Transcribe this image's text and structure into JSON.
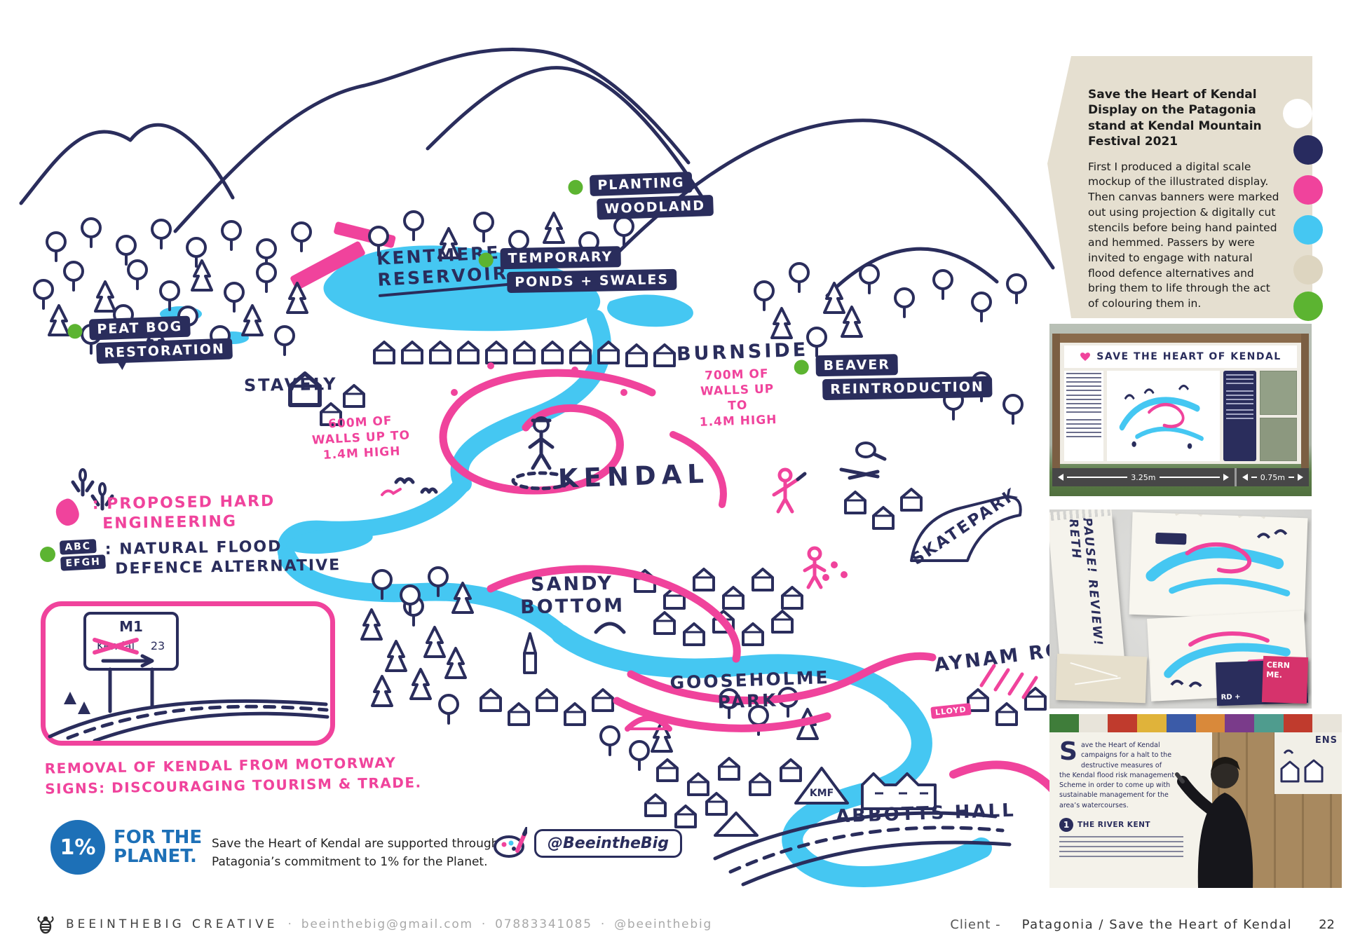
{
  "colors": {
    "navy": "#2a2d5c",
    "pink": "#f0439c",
    "cyan": "#45c7f2",
    "green": "#5cb431",
    "beige": "#e5dfd0",
    "logo_blue": "#1d70b7"
  },
  "sidebar": {
    "title": "Save the Heart of Kendal Display on the Patagonia stand at Kendal Mountain Festival 2021",
    "body": "First I produced a digital scale mockup of the illustrated display. Then canvas banners were marked out using projection & digitally cut stencils before being hand painted and hemmed. Passers by were invited to engage with natural flood defence alternatives and bring them to life through the act of colouring them in.",
    "swatches": [
      {
        "name": "navy",
        "hex": "#282b5f"
      },
      {
        "name": "pink",
        "hex": "#f0439c"
      },
      {
        "name": "cyan",
        "hex": "#45c7f2"
      },
      {
        "name": "beige",
        "hex": "#ddd5c0"
      },
      {
        "name": "green",
        "hex": "#5cb431"
      }
    ]
  },
  "map": {
    "labels": {
      "planting1": "PLANTING",
      "planting2": "WOODLAND",
      "kentmere1": "KENTMERE",
      "kentmere2": "RESERVOIR",
      "temporary1": "TEMPORARY",
      "temporary2": "PONDS + SWALES",
      "peat1": "PEAT BOG",
      "peat2": "RESTORATION",
      "stavely": "STAVELY",
      "burnside": "BURNSIDE",
      "burnside_note1": "700M OF",
      "burnside_note2": "WALLS UP TO",
      "burnside_note3": "1.4M HIGH",
      "beaver1": "BEAVER",
      "beaver2": "REINTRODUCTION",
      "walls1": "600M OF",
      "walls2": "WALLS UP TO",
      "walls3": "1.4M HIGH",
      "kendal": "KENDAL",
      "sandy1": "SANDY",
      "sandy2": "BOTTOM",
      "skatepark": "SKATEPARK",
      "gooseholme1": "GOOSEHOLME",
      "gooseholme2": "PARK",
      "aynam": "AYNAM ROAD",
      "abbotts": "ABBOTTS HALL",
      "kmf": "KMF",
      "lloyd": "LLOYD"
    },
    "legend": {
      "hard1": ": PROPOSED HARD",
      "hard2": "ENGINEERING",
      "abc": "ABC",
      "efgh": "EFGH",
      "nat1": ": NATURAL FLOOD",
      "nat2": "DEFENCE ALTERNATIVE"
    },
    "sign": {
      "road": "M1",
      "town": "Kendal",
      "distance": "23",
      "caption1": "REMOVAL OF KENDAL FROM MOTORWAY",
      "caption2": "SIGNS: DISCOURAGING TOURISM & TRADE."
    },
    "one_percent": {
      "percent": "1%",
      "brand1": "FOR THE",
      "brand2": "PLANET.",
      "support1": "Save the Heart of Kendal are supported through",
      "support2": "Patagonia’s commitment to 1% for the Planet."
    },
    "handle": "@BeeintheBig"
  },
  "photos": {
    "display": {
      "header": "SAVE THE HEART OF KENDAL",
      "dim_width": "3.25m",
      "dim_depth": "0.75m"
    },
    "banners": {
      "roll_text": "PAUSE! REVIEW! RETH",
      "navy_fragment": "RD +",
      "pink_fragment1": "CERN",
      "pink_fragment2": "ME."
    },
    "painting": {
      "dropcap": "S",
      "line1": "ave the Heart of Kendal",
      "line2": "campaigns for a halt to the",
      "line3": "destructive measures of",
      "line4": "the Kendal flood risk management",
      "line5": "Scheme in order to come up with",
      "line6": "sustainable management for the",
      "line7": "area’s watercourses.",
      "step": "1",
      "step_title": "THE RIVER KENT",
      "corner": "ENS"
    }
  },
  "footer": {
    "studio": "BEEINTHEBIG CREATIVE",
    "sep1": "·",
    "email": "beeinthebig@gmail.com",
    "sep2": "·",
    "phone": "07883341085",
    "sep3": "·",
    "handle": "@beeinthebig",
    "client_label": "Client -",
    "client_value": "Patagonia / Save the Heart of Kendal",
    "page": "22"
  }
}
